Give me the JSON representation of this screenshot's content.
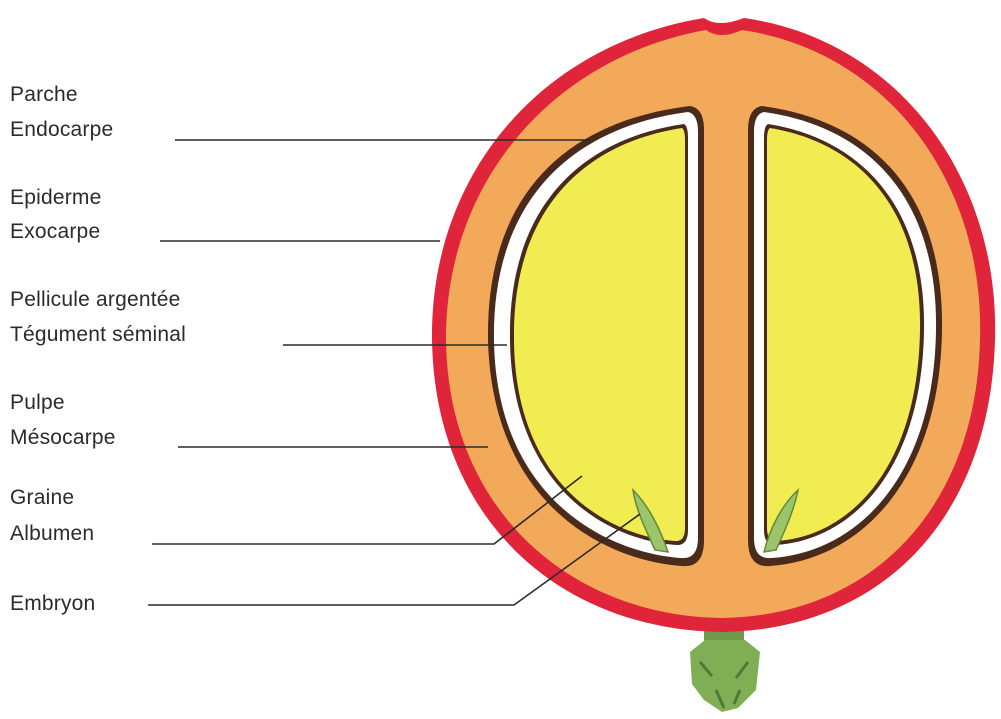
{
  "colors": {
    "exocarp": "#e0243a",
    "mesocarp": "#f2a95a",
    "parchment": "#ffffff",
    "parchment_outline": "#4a2a1a",
    "albumen": "#f0ec52",
    "embryo": "#9cc46a",
    "stalk": "#6f9a4a",
    "line": "#2b2b2b",
    "text": "#2b2b2b"
  },
  "labels": [
    {
      "id": "parche",
      "lines": [
        "Parche",
        "Endocarpe"
      ]
    },
    {
      "id": "epiderme",
      "lines": [
        "Epiderme",
        "Exocarpe"
      ]
    },
    {
      "id": "pellicule",
      "lines": [
        "Pellicule argentée",
        "Tégument séminal"
      ]
    },
    {
      "id": "pulpe",
      "lines": [
        "Pulpe",
        "Mésocarpe"
      ]
    },
    {
      "id": "graine",
      "lines": [
        "Graine",
        "Albumen"
      ]
    },
    {
      "id": "embryon",
      "lines": [
        "Embryon"
      ]
    }
  ]
}
